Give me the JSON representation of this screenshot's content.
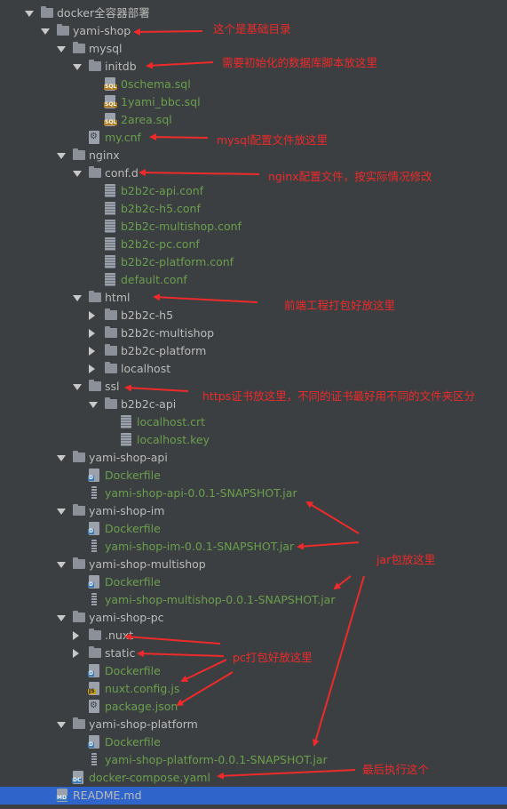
{
  "tree": {
    "root": "docker全容器部署",
    "yami_shop": "yami-shop",
    "mysql": "mysql",
    "initdb": "initdb",
    "sql_files": [
      "0schema.sql",
      "1yami_bbc.sql",
      "2area.sql"
    ],
    "my_cnf": "my.cnf",
    "nginx": "nginx",
    "conf_d": "conf.d",
    "conf_files": [
      "b2b2c-api.conf",
      "b2b2c-h5.conf",
      "b2b2c-multishop.conf",
      "b2b2c-pc.conf",
      "b2b2c-platform.conf",
      "default.conf"
    ],
    "html": "html",
    "html_dirs": [
      "b2b2c-h5",
      "b2b2c-multishop",
      "b2b2c-platform",
      "localhost"
    ],
    "ssl": "ssl",
    "ssl_sub": "b2b2c-api",
    "ssl_files": [
      "localhost.crt",
      "localhost.key"
    ],
    "api_dir": "yami-shop-api",
    "api_files": [
      "Dockerfile",
      "yami-shop-api-0.0.1-SNAPSHOT.jar"
    ],
    "im_dir": "yami-shop-im",
    "im_files": [
      "Dockerfile",
      "yami-shop-im-0.0.1-SNAPSHOT.jar"
    ],
    "multishop_dir": "yami-shop-multishop",
    "multishop_files": [
      "Dockerfile",
      "yami-shop-multishop-0.0.1-SNAPSHOT.jar"
    ],
    "pc_dir": "yami-shop-pc",
    "pc_subdirs": [
      ".nuxt",
      "static"
    ],
    "pc_files": [
      "Dockerfile",
      "nuxt.config.js",
      "package.json"
    ],
    "platform_dir": "yami-shop-platform",
    "platform_files": [
      "Dockerfile",
      "yami-shop-platform-0.0.1-SNAPSHOT.jar"
    ],
    "compose": "docker-compose.yaml",
    "readme": "README.md"
  },
  "annotations": {
    "base": "这个是基础目录",
    "initdb": "需要初始化的数据库脚本放这里",
    "mysql_conf": "mysql配置文件放这里",
    "nginx_conf": "nginx配置文件，按实际情况修改",
    "frontend": "前端工程打包好放这里",
    "https": "https证书放这里，不同的证书最好用不同的文件夹区分",
    "jar": "jar包放这里",
    "pc": "pc打包好放这里",
    "last": "最后执行这个"
  },
  "colors": {
    "background": "#3c3f41",
    "selected": "#2f65ca",
    "file_text": "#6a9f4d",
    "dir_text": "#bbbbbb",
    "annotation": "#ee2a2a"
  }
}
